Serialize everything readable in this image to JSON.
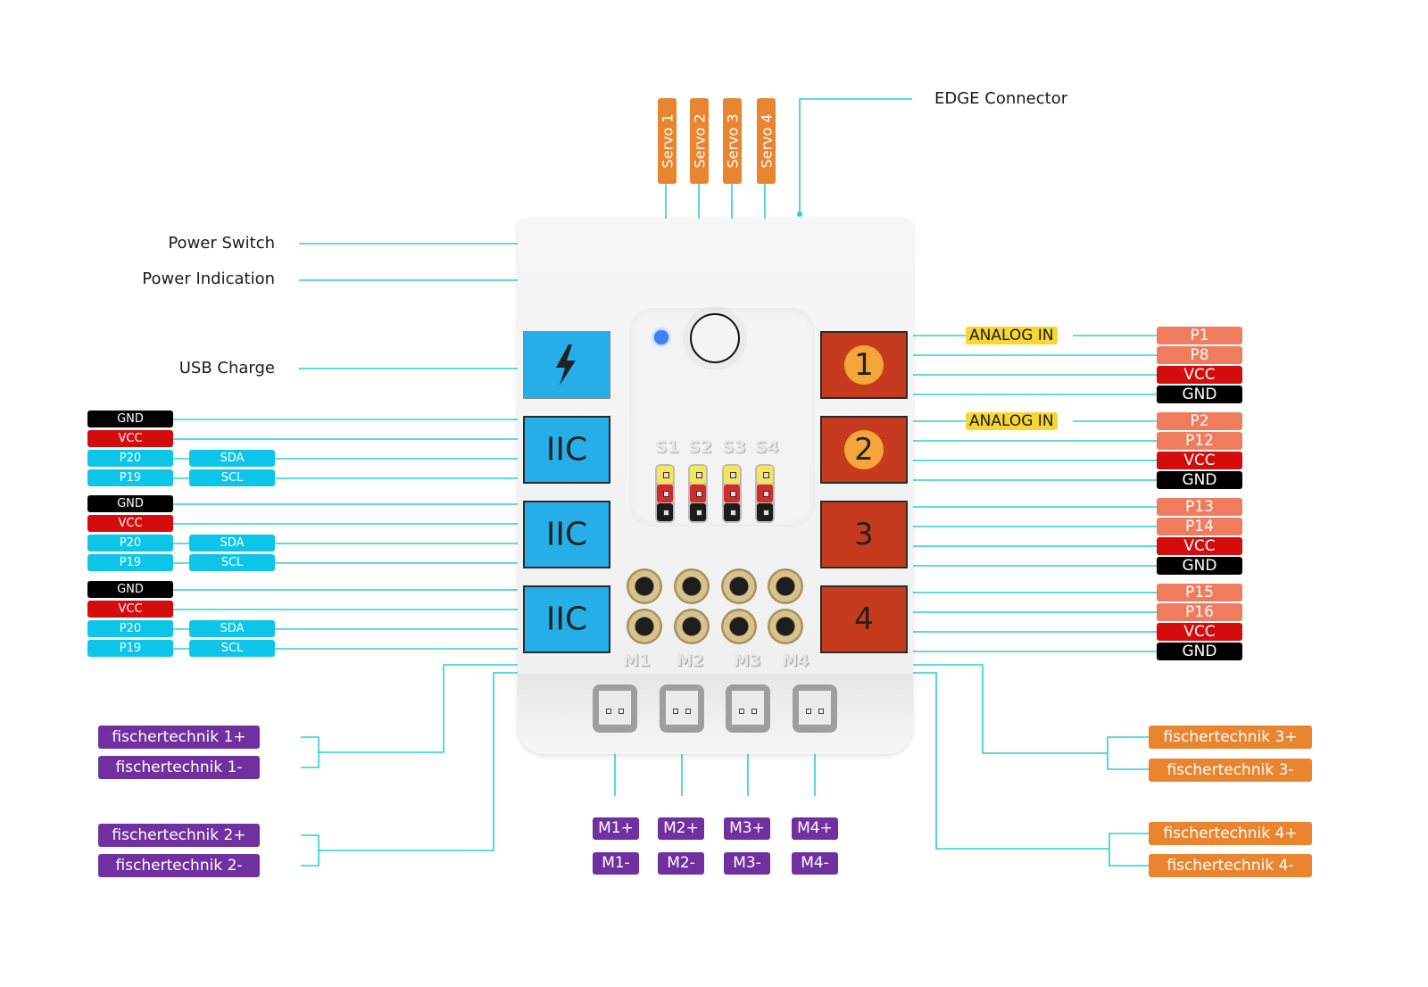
{
  "title_labels": {
    "edge_connector": "EDGE Connector",
    "power_switch": "Power Switch",
    "power_indication": "Power Indication",
    "usb_charge": "USB Charge"
  },
  "servos": [
    "Servo 1",
    "Servo 2",
    "Servo 3",
    "Servo 4"
  ],
  "servo_pin_labels": [
    "S1",
    "S2",
    "S3",
    "S4"
  ],
  "motor_jack_labels": [
    "M1",
    "M2",
    "M3",
    "M4"
  ],
  "iic_ports": [
    {
      "label": "IIC",
      "pins": [
        {
          "name": "GND",
          "color": "#000000"
        },
        {
          "name": "VCC",
          "color": "#d40c0c"
        },
        {
          "name": "P20",
          "color": "#0cc5e8",
          "func": "SDA"
        },
        {
          "name": "P19",
          "color": "#0cc5e8",
          "func": "SCL"
        }
      ]
    },
    {
      "label": "IIC",
      "pins": [
        {
          "name": "GND",
          "color": "#000000"
        },
        {
          "name": "VCC",
          "color": "#d40c0c"
        },
        {
          "name": "P20",
          "color": "#0cc5e8",
          "func": "SDA"
        },
        {
          "name": "P19",
          "color": "#0cc5e8",
          "func": "SCL"
        }
      ]
    },
    {
      "label": "IIC",
      "pins": [
        {
          "name": "GND",
          "color": "#000000"
        },
        {
          "name": "VCC",
          "color": "#d40c0c"
        },
        {
          "name": "P20",
          "color": "#0cc5e8",
          "func": "SDA"
        },
        {
          "name": "P19",
          "color": "#0cc5e8",
          "func": "SCL"
        }
      ]
    }
  ],
  "io_ports": [
    {
      "label": "1",
      "analog": "ANALOG IN",
      "pins": [
        {
          "name": "P1",
          "color": "#f07c5e"
        },
        {
          "name": "P8",
          "color": "#f07c5e"
        },
        {
          "name": "VCC",
          "color": "#d40c0c"
        },
        {
          "name": "GND",
          "color": "#000000"
        }
      ]
    },
    {
      "label": "2",
      "analog": "ANALOG IN",
      "pins": [
        {
          "name": "P2",
          "color": "#f07c5e"
        },
        {
          "name": "P12",
          "color": "#f07c5e"
        },
        {
          "name": "VCC",
          "color": "#d40c0c"
        },
        {
          "name": "GND",
          "color": "#000000"
        }
      ]
    },
    {
      "label": "3",
      "analog": null,
      "pins": [
        {
          "name": "P13",
          "color": "#f07c5e"
        },
        {
          "name": "P14",
          "color": "#f07c5e"
        },
        {
          "name": "VCC",
          "color": "#d40c0c"
        },
        {
          "name": "GND",
          "color": "#000000"
        }
      ]
    },
    {
      "label": "4",
      "analog": null,
      "pins": [
        {
          "name": "P15",
          "color": "#f07c5e"
        },
        {
          "name": "P16",
          "color": "#f07c5e"
        },
        {
          "name": "VCC",
          "color": "#d40c0c"
        },
        {
          "name": "GND",
          "color": "#000000"
        }
      ]
    }
  ],
  "motor_tags": [
    {
      "plus": "M1+",
      "minus": "M1-"
    },
    {
      "plus": "M2+",
      "minus": "M2-"
    },
    {
      "plus": "M3+",
      "minus": "M3-"
    },
    {
      "plus": "M4+",
      "minus": "M4-"
    }
  ],
  "fischertechnik": {
    "left": [
      "fischertechnik 1+",
      "fischertechnik 1-",
      "fischertechnik 2+",
      "fischertechnik 2-"
    ],
    "right": [
      "fischertechnik 3+",
      "fischertechnik 3-",
      "fischertechnik 4+",
      "fischertechnik 4-"
    ]
  },
  "colors": {
    "wire": "#2ccfd4",
    "servo_tag": "#e8852e",
    "fischertechnik_left": "#7030a0",
    "fischertechnik_right": "#e8852e",
    "motor_tag": "#7030a0",
    "iic_port": "#26aee9",
    "io_port": "#c63b1e",
    "analog_badge": "#f8d631"
  }
}
